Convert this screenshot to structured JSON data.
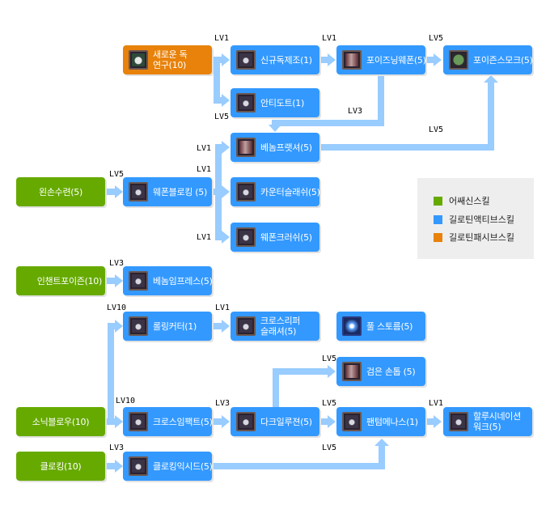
{
  "colors": {
    "assassin": "#66aa00",
    "guillotine_active": "#3399ff",
    "guillotine_passive": "#e8820a",
    "connector": "#99ccff"
  },
  "nodes": {
    "new_poison_research": {
      "label": "새로운 독\n연구(10)",
      "type": "passive",
      "icon": "skull-cage-icon"
    },
    "new_poison_craft": {
      "label": "신규독제조(1)",
      "type": "active",
      "icon": "poison-vial-icon"
    },
    "poisoning_weapon": {
      "label": "포이즈닝웨폰(5)",
      "type": "active",
      "icon": "poison-blade-icon"
    },
    "poison_smoke": {
      "label": "포이즌스모크(5)",
      "type": "active",
      "icon": "smoke-icon"
    },
    "antidote": {
      "label": "안티도트(1)",
      "type": "active",
      "icon": "antidote-icon"
    },
    "venom_splasher": {
      "label": "베놈프랫셔(5)",
      "type": "active",
      "icon": "venom-blade-icon"
    },
    "left_hand_mastery": {
      "label": "왼손수련(5)",
      "type": "assassin"
    },
    "weapon_blocking": {
      "label": "웨폰블로킹 (5)",
      "type": "active",
      "icon": "crossed-swords-icon"
    },
    "counter_slash": {
      "label": "카운터슬래쉬(5)",
      "type": "active",
      "icon": "counter-slash-icon"
    },
    "weapon_crush": {
      "label": "웨폰크러쉬(5)",
      "type": "active",
      "icon": "weapon-crush-icon"
    },
    "enchant_poison": {
      "label": "인챈트포이즌(10)",
      "type": "assassin"
    },
    "venom_impress": {
      "label": "베놈임프레스(5)",
      "type": "active",
      "icon": "venom-impress-icon"
    },
    "rolling_cutter": {
      "label": "롤링커터(1)",
      "type": "active",
      "icon": "tornado-icon"
    },
    "cross_reaper_slasher": {
      "label": "크로스리퍼\n슬래셔(5)",
      "type": "active",
      "icon": "reaper-icon"
    },
    "full_storm": {
      "label": "풀 스토름(5)",
      "type": "active",
      "icon": "storm-icon"
    },
    "black_claw": {
      "label": "검은 손톱 (5)",
      "type": "active",
      "icon": "claw-icon"
    },
    "sonic_blow": {
      "label": "소닉블로우(10)",
      "type": "assassin"
    },
    "cross_impact": {
      "label": "크로스임팩트(5)",
      "type": "active",
      "icon": "cross-impact-icon"
    },
    "dark_illusion": {
      "label": "다크일루젼(5)",
      "type": "active",
      "icon": "dark-eyes-icon"
    },
    "phantom_menace": {
      "label": "팬텀메나스(1)",
      "type": "active",
      "icon": "phantom-icon"
    },
    "hallucination_walk": {
      "label": "할루시네이션\n워크(5)",
      "type": "active",
      "icon": "hallucination-icon"
    },
    "cloaking": {
      "label": "클로킹(10)",
      "type": "assassin"
    },
    "cloaking_exceed": {
      "label": "클로킹익시드(5)",
      "type": "active",
      "icon": "cloak-figure-icon"
    }
  },
  "levels": {
    "to_new_poison_craft": "LV1",
    "to_poisoning_weapon": "LV1",
    "to_poison_smoke_from_weapon": "LV5",
    "to_antidote": "LV5",
    "to_venom_splasher_from_weapon": "LV3",
    "to_poison_smoke_from_splasher": "LV5",
    "to_venom_splasher": "LV1",
    "to_counter_slash": "LV1",
    "to_weapon_crush": "LV1",
    "to_weapon_blocking": "LV5",
    "to_venom_impress": "LV3",
    "to_rolling_cutter": "LV10",
    "to_cross_reaper": "LV1",
    "to_black_claw": "LV5",
    "to_cross_impact": "LV10",
    "to_dark_illusion": "LV3",
    "to_phantom_menace": "LV5",
    "to_hallucination_walk": "LV1",
    "to_cloaking_exceed": "LV3",
    "to_phantom_from_cloaking": "LV5"
  },
  "legend": [
    {
      "label": "어쌔신스킬",
      "color": "#66aa00"
    },
    {
      "label": "길로틴액티브스킬",
      "color": "#3399ff"
    },
    {
      "label": "길로틴패시브스킬",
      "color": "#e8820a"
    }
  ]
}
